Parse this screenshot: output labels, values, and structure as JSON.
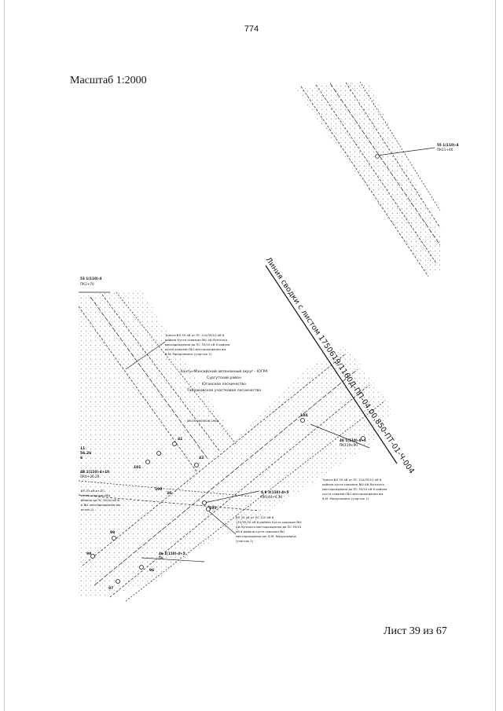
{
  "page_number": "774",
  "scale": "Масштаб 1:2000",
  "sheet": "Лист 39 из 67",
  "match_line": "Линия сводки с листом 1750619/1160Д-ПП-04.00.850-ПТ-01-Ч-004",
  "region_title": [
    "Ханты-Мансийский автономный округ - ЮГРА",
    "Сургутский район",
    "Юганское лесничество",
    "Тайлаковское участковое лесничество"
  ],
  "cadastral": "86:03:0000000:1968",
  "callouts": [
    {
      "lines": [
        "Трасса ВЛ 35 кВ от ПС 110/35/10 кВ 6",
        "района Куста скважин №1 Ай-Яунского",
        "месторождения до ПС 35/10 кВ 6 района",
        "куста скважин №1 месторождения им.",
        "В.М. Мазурчевича (участок 2)"
      ]
    },
    {
      "lines": [
        "Трасса ВЛ 35 кВ от ПС 110/35/10 кВ 6",
        "района куста скважин №5 Ай-Яунского",
        "месторождения до ПС 35/10 кВ 6 района",
        "куста скважин №1 месторождения им.",
        "В.М. Мазурчевича (участок 1)"
      ]
    },
    {
      "lines": [
        "ВЛ 35 кВ от ПС",
        "куста скважин №5",
        "вблизи до ПС 35/10 кВ 6",
        "к №1 месторождения им.",
        "асток 2)"
      ]
    },
    {
      "lines": [
        "ВЛ 35 кВ от ПС 110 кВ 6",
        "110/35/10 кВ 6 района Куста скважин №5",
        "Ай-Яунского месторождения до ПС 35/10",
        "кВ 6 района куста скважин №1",
        "месторождения им. В.М. Мазурчевича",
        "(участок 1)"
      ]
    }
  ],
  "pickets": [
    {
      "top": "55 1(110)-4",
      "bottom": "ПК11+40"
    },
    {
      "top": "53 1(110)-4",
      "bottom": "ПК2+70"
    },
    {
      "top": "48 1(110)-4+5",
      "bottom": "ПК110+00"
    },
    {
      "top": "4В 1(110)-4+10",
      "bottom": "ПК0+36.26"
    },
    {
      "top": "4.9 1(110)-4+5",
      "bottom": "ПК144+4.38"
    },
    {
      "top": "4в 1(110)-4+5",
      "bottom": "ПК"
    }
  ],
  "point_labels": [
    "41",
    "42",
    "101",
    "100",
    "30",
    "104",
    "105",
    "99",
    "98",
    "97",
    "96",
    "11",
    "56.26",
    "6"
  ]
}
